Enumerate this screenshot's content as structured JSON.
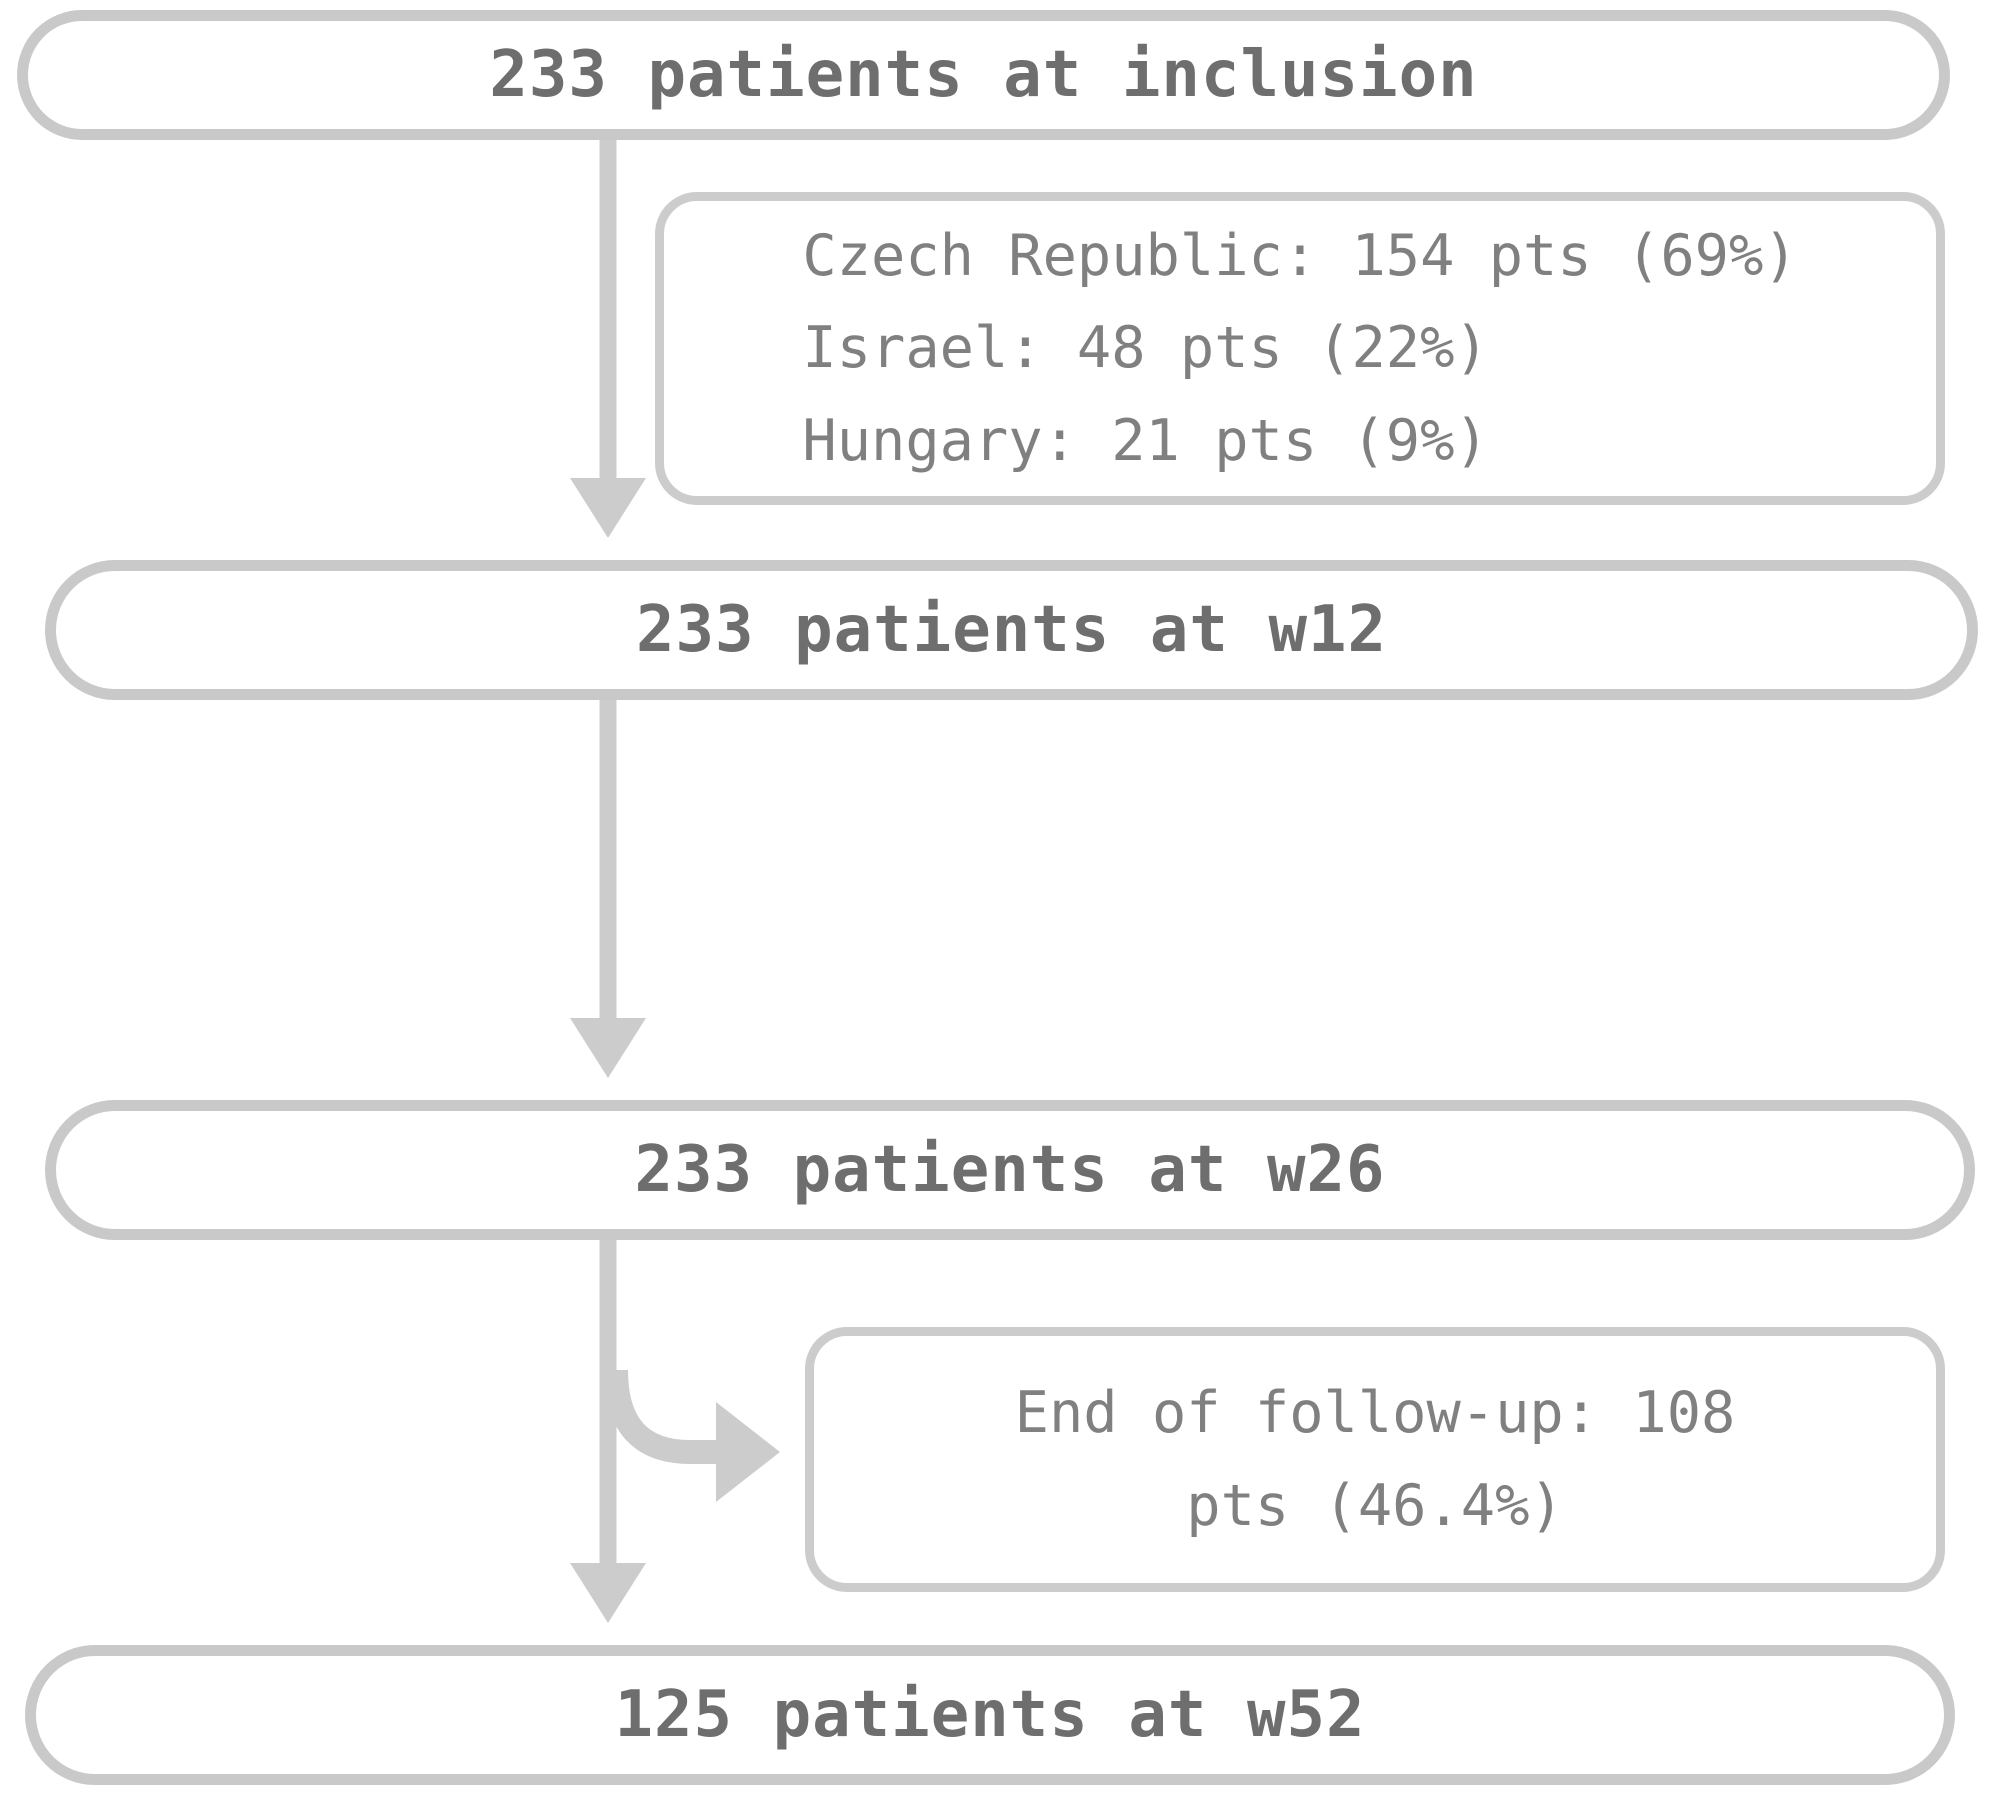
{
  "diagram": {
    "title": "Patient flow diagram",
    "type": "flowchart",
    "colors": {
      "node_border": "#c9c9c9",
      "note_border": "#cccccc",
      "node_text": "#6e6e6e",
      "note_text": "#808080",
      "connector": "#cccccc",
      "background": "#ffffff"
    },
    "nodes": [
      {
        "id": "inclusion",
        "label": "233 patients at inclusion",
        "shape": "pill",
        "count": 233,
        "stage": "inclusion"
      },
      {
        "id": "w12",
        "label": "233 patients at w12",
        "shape": "pill",
        "count": 233,
        "stage": "w12"
      },
      {
        "id": "w26",
        "label": "233 patients at w26",
        "shape": "pill",
        "count": 233,
        "stage": "w26"
      },
      {
        "id": "w52",
        "label": "125 patients at w52",
        "shape": "pill",
        "count": 125,
        "stage": "w52"
      }
    ],
    "notes": [
      {
        "id": "country-breakdown",
        "shape": "rounded-rect",
        "align": "left",
        "lines": [
          "Czech Republic: 154 pts (69%)",
          "Israel: 48 pts (22%)",
          "Hungary: 21 pts (9%)"
        ],
        "text": "Czech Republic: 154 pts (69%)\nIsrael: 48 pts (22%)\nHungary: 21 pts (9%)",
        "items": [
          {
            "country": "Czech Republic",
            "pts": 154,
            "percent": "69%"
          },
          {
            "country": "Israel",
            "pts": 48,
            "percent": "22%"
          },
          {
            "country": "Hungary",
            "pts": 21,
            "percent": "9%"
          }
        ]
      },
      {
        "id": "end-of-followup",
        "shape": "rounded-rect",
        "align": "center",
        "lines": [
          "End of follow-up: 108",
          "pts (46.4%)"
        ],
        "text": "End of follow-up: 108\npts (46.4%)",
        "pts": 108,
        "percent": "46.4%"
      }
    ],
    "edges": [
      {
        "id": "edge-inclusion-to-w12",
        "from": "inclusion",
        "to": "w12",
        "kind": "arrow-down"
      },
      {
        "id": "edge-w12-to-w26",
        "from": "w12",
        "to": "w26",
        "kind": "arrow-down"
      },
      {
        "id": "edge-w26-to-w52",
        "from": "w26",
        "to": "w52",
        "kind": "arrow-down"
      },
      {
        "id": "edge-w26-to-end-of-followup",
        "from": "w26",
        "to": "end-of-followup",
        "kind": "branch-arrow-right"
      }
    ]
  }
}
